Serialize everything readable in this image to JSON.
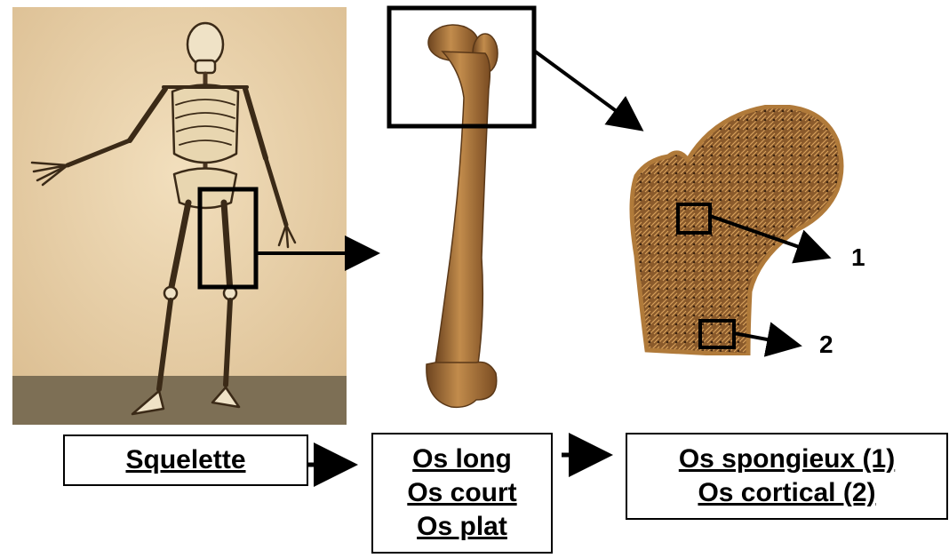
{
  "images": {
    "skeleton": "skeleton-illustration",
    "long_bone": "femur-photo",
    "bone_section": "femur-head-cross-section"
  },
  "colors": {
    "parchment": "#e9d2ad",
    "floor": "#7d6f55",
    "bone": "#b07a3a",
    "bone_dark": "#6e4520",
    "spongy": "#8a5a2b",
    "outline": "#000000"
  },
  "callouts": {
    "one": "1",
    "two": "2"
  },
  "boxes": {
    "skeleton": {
      "lines": [
        "Squelette"
      ]
    },
    "bone_types": {
      "lines": [
        "Os long",
        "Os court",
        "Os plat"
      ]
    },
    "tissue_types": {
      "lines": [
        "Os spongieux (1)",
        "Os cortical (2)"
      ]
    }
  }
}
